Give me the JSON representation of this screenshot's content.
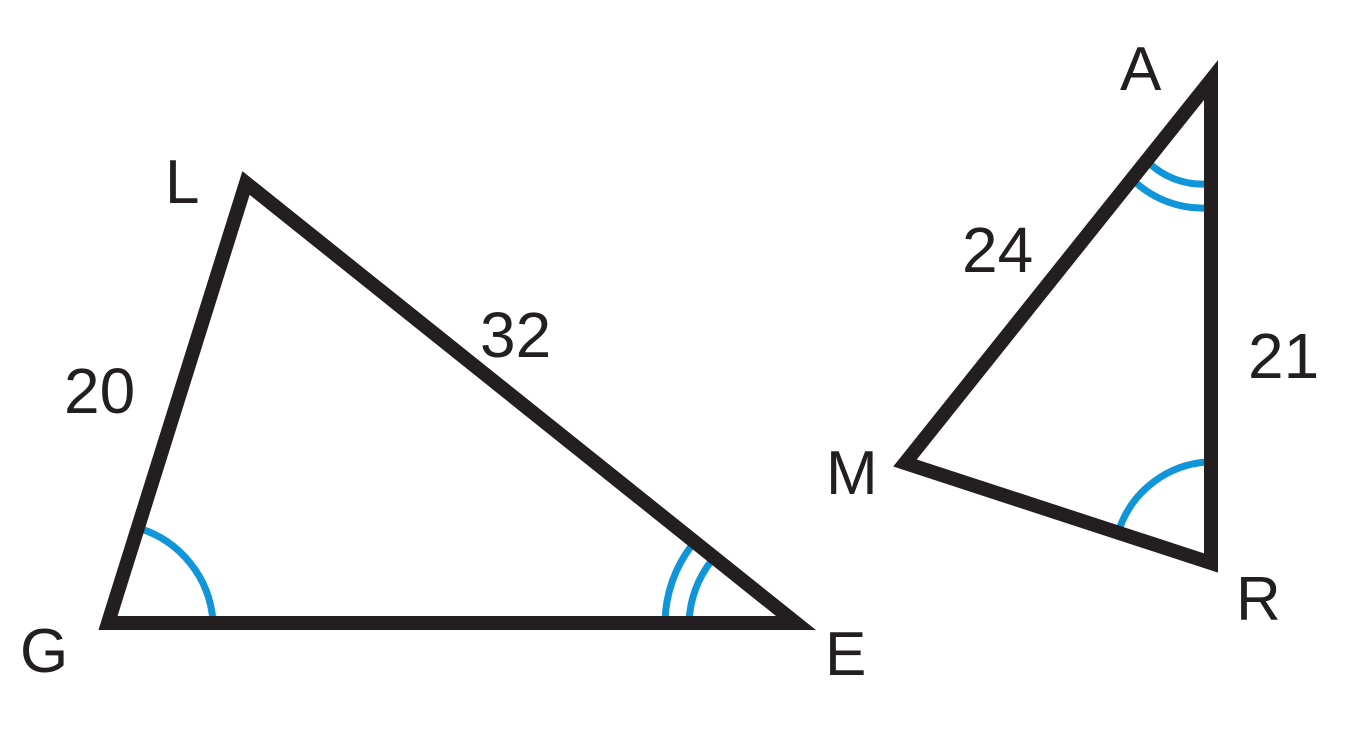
{
  "colors": {
    "stroke": "#231f20",
    "arc": "#0f95d8",
    "background": "#ffffff"
  },
  "triangles": [
    {
      "name": "GLE",
      "vertices": {
        "G": "G",
        "L": "L",
        "E": "E"
      },
      "sides": [
        {
          "between": "GL",
          "label": "20"
        },
        {
          "between": "LE",
          "label": "32"
        }
      ],
      "angle_marks": [
        {
          "vertex": "G",
          "arcs": 1
        },
        {
          "vertex": "E",
          "arcs": 2
        }
      ]
    },
    {
      "name": "AMR",
      "vertices": {
        "A": "A",
        "M": "M",
        "R": "R"
      },
      "sides": [
        {
          "between": "AM",
          "label": "24"
        },
        {
          "between": "AR",
          "label": "21"
        }
      ],
      "angle_marks": [
        {
          "vertex": "A",
          "arcs": 2
        },
        {
          "vertex": "R",
          "arcs": 1
        }
      ]
    }
  ]
}
